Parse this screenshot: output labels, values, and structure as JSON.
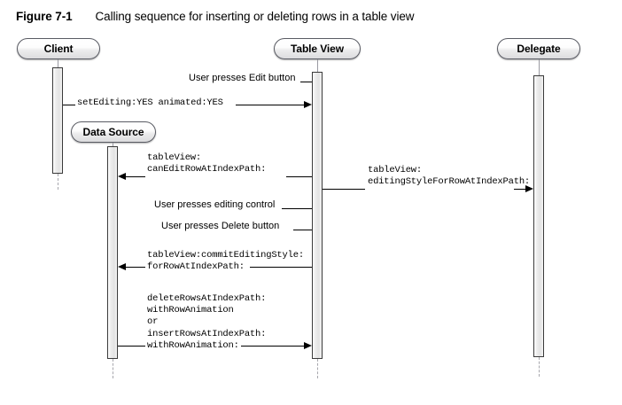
{
  "figure": {
    "number": "Figure 7-1",
    "caption": "Calling sequence for inserting or deleting rows in a table view"
  },
  "participants": [
    {
      "id": "client",
      "label": "Client"
    },
    {
      "id": "table-view",
      "label": "Table View"
    },
    {
      "id": "delegate",
      "label": "Delegate"
    },
    {
      "id": "data-source",
      "label": "Data Source"
    }
  ],
  "messages": [
    {
      "id": "user-presses-edit-button",
      "kind": "user-action",
      "style": "sans",
      "lines": [
        "User presses Edit button"
      ]
    },
    {
      "id": "set-editing",
      "kind": "call",
      "style": "mono",
      "from": "client",
      "to": "table-view",
      "direction": "right",
      "lines": [
        "setEditing:YES animated:YES"
      ]
    },
    {
      "id": "can-edit-row-at-index-path",
      "kind": "call",
      "style": "mono",
      "from": "table-view",
      "to": "data-source",
      "direction": "left",
      "lines": [
        "tableView:",
        "canEditRowAtIndexPath:"
      ]
    },
    {
      "id": "editing-style-for-row-at-index-path",
      "kind": "call",
      "style": "mono",
      "from": "table-view",
      "to": "delegate",
      "direction": "right",
      "lines": [
        "tableView:",
        "editingStyleForRowAtIndexPath:"
      ]
    },
    {
      "id": "user-presses-editing-control",
      "kind": "user-action",
      "style": "sans",
      "lines": [
        "User presses editing control"
      ]
    },
    {
      "id": "user-presses-delete-button",
      "kind": "user-action",
      "style": "sans",
      "lines": [
        "User presses Delete button"
      ]
    },
    {
      "id": "commit-editing-style",
      "kind": "call",
      "style": "mono",
      "from": "table-view",
      "to": "data-source",
      "direction": "left",
      "lines": [
        "tableView:commitEditingStyle:",
        "forRowAtIndexPath:"
      ]
    },
    {
      "id": "delete-or-insert-rows",
      "kind": "call",
      "style": "mono",
      "from": "data-source",
      "to": "table-view",
      "direction": "right",
      "lines": [
        "deleteRowsAtIndexPath:",
        "withRowAnimation",
        "or",
        "insertRowsAtIndexPath:",
        "withRowAnimation:"
      ]
    }
  ],
  "colors": {
    "background": "#ffffff",
    "text": "#000000",
    "box_border": "#595b63",
    "activation_border": "#3a3a3a",
    "lifeline": "#a7a7ad"
  }
}
